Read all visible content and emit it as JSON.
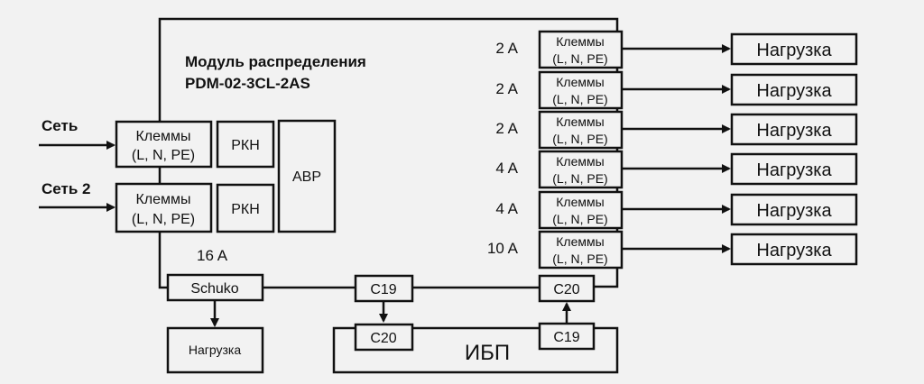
{
  "diagram": {
    "title_line1": "Модуль распределения",
    "title_line2": "PDM-02-3CL-2AS",
    "inputs": [
      {
        "label": "Сеть",
        "terminal_line1": "Клеммы",
        "terminal_line2": "(L, N, PE)",
        "relay": "РКН"
      },
      {
        "label": "Сеть 2",
        "terminal_line1": "Клеммы",
        "terminal_line2": "(L, N, PE)",
        "relay": "РКН"
      }
    ],
    "ats_label": "АВР",
    "outputs": [
      {
        "current": "2 A",
        "terminal_line1": "Клеммы",
        "terminal_line2": "(L, N, PE)",
        "load": "Нагрузка"
      },
      {
        "current": "2 A",
        "terminal_line1": "Клеммы",
        "terminal_line2": "(L, N, PE)",
        "load": "Нагрузка"
      },
      {
        "current": "2 A",
        "terminal_line1": "Клеммы",
        "terminal_line2": "(L, N, PE)",
        "load": "Нагрузка"
      },
      {
        "current": "4 A",
        "terminal_line1": "Клеммы",
        "terminal_line2": "(L, N, PE)",
        "load": "Нагрузка"
      },
      {
        "current": "4 A",
        "terminal_line1": "Клеммы",
        "terminal_line2": "(L, N, PE)",
        "load": "Нагрузка"
      },
      {
        "current": "10 A",
        "terminal_line1": "Клеммы",
        "terminal_line2": "(L, N, PE)",
        "load": "Нагрузка"
      }
    ],
    "schuko": {
      "current": "16 A",
      "label": "Schuko",
      "load": "Нагрузка"
    },
    "connectors": {
      "c19_top": "C19",
      "c20_top": "C20",
      "c20_ups": "C20",
      "c19_ups": "C19"
    },
    "ups_label": "ИБП"
  }
}
